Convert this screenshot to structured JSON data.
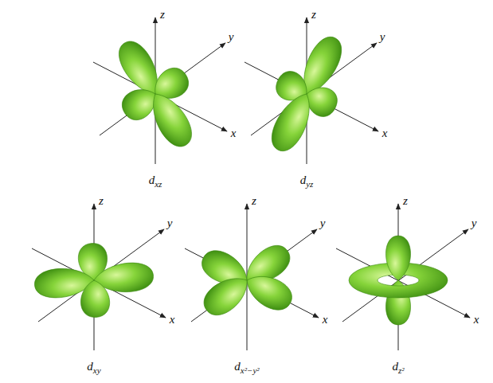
{
  "diagram": {
    "labels": [
      "z",
      "y",
      "x",
      "dxz",
      "z",
      "y",
      "x",
      "dyz",
      "z",
      "y",
      "x",
      "dxy",
      "z",
      "y",
      "x",
      "dx²−y²",
      "z",
      "y",
      "x",
      "dz²"
    ]
  }
}
